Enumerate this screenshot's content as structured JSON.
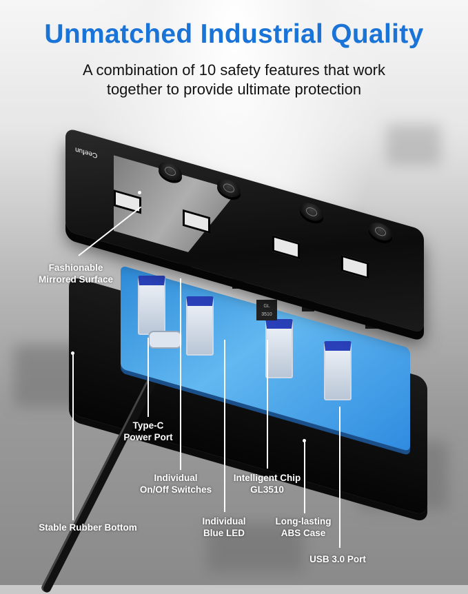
{
  "header": {
    "title": "Unmatched Industrial Quality",
    "subtitle_line1": "A combination of 10 safety features that work",
    "subtitle_line2": "together to provide ultimate protection",
    "title_color": "#1a73d6"
  },
  "product": {
    "brand_logo": "Ceefun",
    "chip_label_line1": "GL",
    "chip_label_line2": "3510"
  },
  "callouts": [
    {
      "id": "mirrored-surface",
      "line1": "Fashionable",
      "line2": "Mirrored Surface"
    },
    {
      "id": "type-c-port",
      "line1": "Type-C",
      "line2": "Power Port"
    },
    {
      "id": "on-off-switches",
      "line1": "Individual",
      "line2": "On/Off Switches"
    },
    {
      "id": "intelligent-chip",
      "line1": "Intelligent Chip",
      "line2": "GL3510"
    },
    {
      "id": "rubber-bottom",
      "line1": "Stable Rubber Bottom"
    },
    {
      "id": "blue-led",
      "line1": "Individual",
      "line2": "Blue LED"
    },
    {
      "id": "abs-case",
      "line1": "Long-lasting",
      "line2": "ABS Case"
    },
    {
      "id": "usb-port",
      "line1": "USB 3.0 Port"
    }
  ]
}
